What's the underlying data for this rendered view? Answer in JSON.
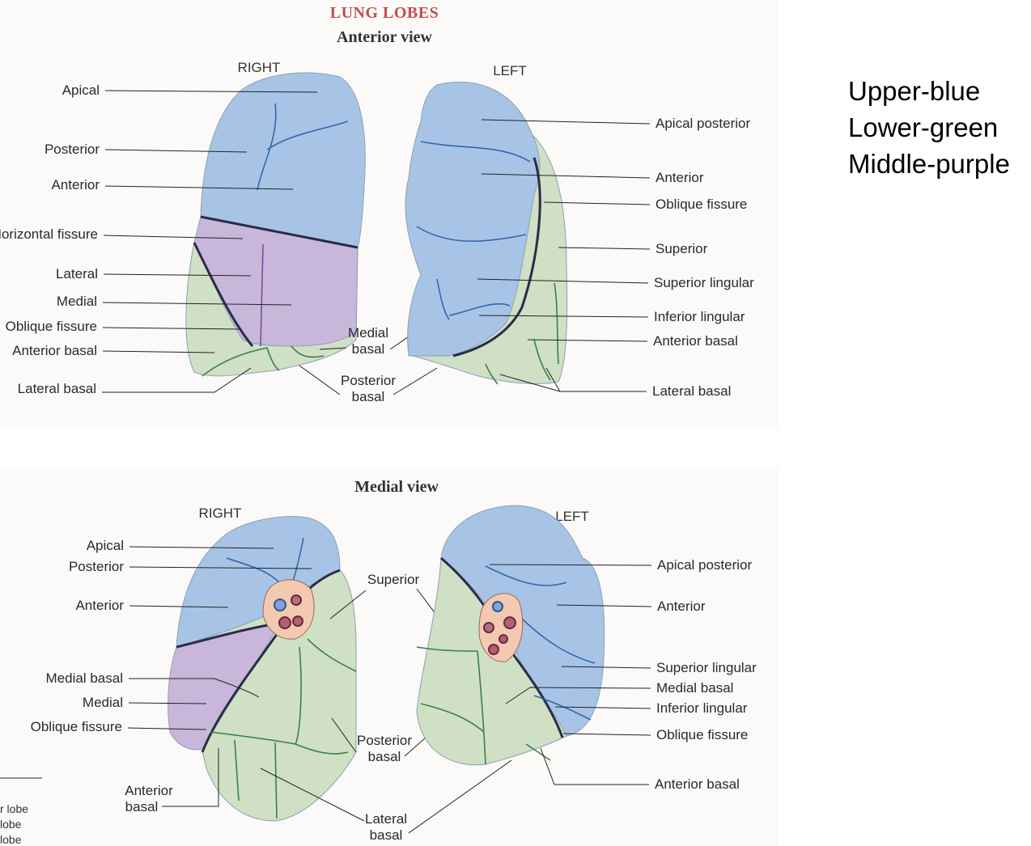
{
  "title": "LUNG LOBES",
  "anterior": {
    "subtitle": "Anterior view",
    "right": "RIGHT",
    "left": "LEFT",
    "right_labels": {
      "apical": "Apical",
      "posterior": "Posterior",
      "anterior": "Anterior",
      "horizontal_fissure": "Horizontal fissure",
      "lateral": "Lateral",
      "medial": "Medial",
      "oblique_fissure": "Oblique fissure",
      "anterior_basal": "Anterior basal",
      "lateral_basal": "Lateral basal"
    },
    "center_labels": {
      "medial_basal_1": "Medial",
      "medial_basal_2": "basal",
      "posterior_basal_1": "Posterior",
      "posterior_basal_2": "basal"
    },
    "left_labels": {
      "apical_posterior": "Apical posterior",
      "anterior": "Anterior",
      "oblique_fissure": "Oblique fissure",
      "superior": "Superior",
      "superior_lingular": "Superior lingular",
      "inferior_lingular": "Inferior lingular",
      "anterior_basal": "Anterior basal",
      "lateral_basal": "Lateral basal"
    }
  },
  "medial": {
    "subtitle": "Medial view",
    "right": "RIGHT",
    "left": "LEFT",
    "right_labels": {
      "apical": "Apical",
      "posterior": "Posterior",
      "anterior": "Anterior",
      "medial_basal": "Medial basal",
      "medial": "Medial",
      "oblique_fissure": "Oblique fissure",
      "anterior_basal_1": "Anterior",
      "anterior_basal_2": "basal"
    },
    "center_labels": {
      "superior": "Superior",
      "posterior_basal_1": "Posterior",
      "posterior_basal_2": "basal",
      "lateral_basal_1": "Lateral",
      "lateral_basal_2": "basal"
    },
    "left_labels": {
      "apical_posterior": "Apical posterior",
      "anterior": "Anterior",
      "superior_lingular": "Superior lingular",
      "medial_basal": "Medial basal",
      "inferior_lingular": "Inferior lingular",
      "oblique_fissure": "Oblique fissure",
      "anterior_basal": "Anterior basal"
    }
  },
  "edge_fragments": [
    "r lobe",
    "lobe",
    "lobe"
  ],
  "legend": [
    "Upper-blue",
    "Lower-green",
    "Middle-purple"
  ],
  "colors": {
    "upper": "#a7c4e6",
    "lower": "#cfe0c4",
    "middle": "#c8b7db",
    "title": "#c0504d"
  }
}
